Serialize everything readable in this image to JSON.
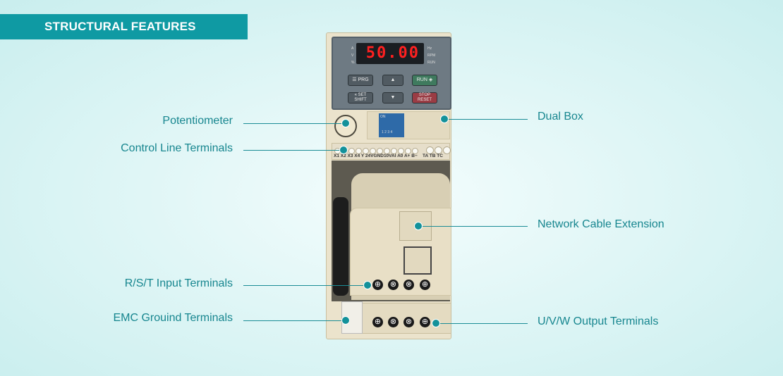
{
  "title": "STRUCTURAL FEATURES",
  "labels_left": [
    "Potentiometer",
    "Control Line Terminals",
    "R/S/T Input Terminals",
    "EMC Grouind Terminals"
  ],
  "labels_right": [
    "Dual Box",
    "Network Cable Extension",
    "U/V/W Output Terminals"
  ],
  "device": {
    "display_value": "50.00",
    "left_indicators": [
      "A",
      "V",
      "%"
    ],
    "right_indicators": [
      "Hz",
      "RPM",
      "RUN"
    ],
    "buttons": {
      "prg": "☰ PRG",
      "up": "▲",
      "run": "RUN ◈",
      "set": "« SET SHIFT",
      "down": "▼",
      "stop": "STOP RESET"
    },
    "dip": {
      "on": "ON",
      "nums": "1 2 3 4"
    },
    "terminal_labels": "X1 X2 X3 X4  Y 24VGND10VAI A0 A+ B−",
    "relay_labels": "TA  TB  TC"
  },
  "accent": "#0f9aa3"
}
